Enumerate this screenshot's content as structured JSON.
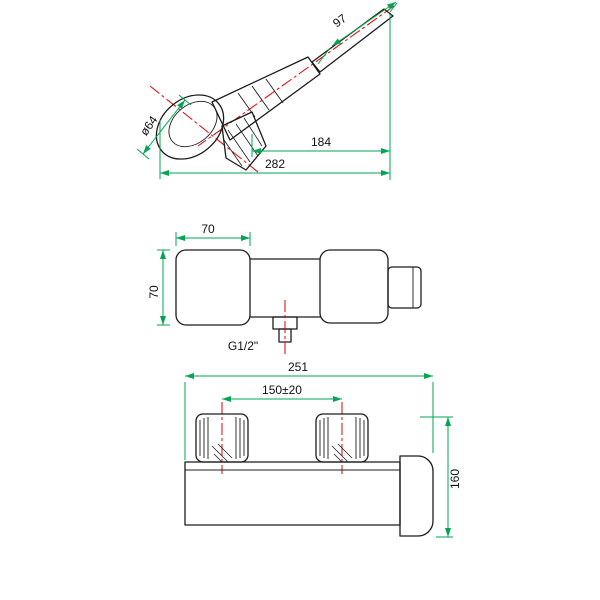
{
  "drawing": {
    "type": "technical-drawing-shower-mixer",
    "views": {
      "hand_shower": {
        "handle_length": "97",
        "head_diameter": "ø64",
        "reach": "184",
        "overall_length": "282"
      },
      "front": {
        "escutcheon_width": "70",
        "escutcheon_height": "70",
        "thread": "G1/2\""
      },
      "top": {
        "overall_width": "251",
        "centers_distance": "150±20",
        "depth": "160"
      }
    },
    "colors": {
      "background": "#ffffff",
      "outline": "#1c1c1c",
      "dimension": "#00a651",
      "centerline": "#e60000",
      "label": "#111111"
    }
  }
}
